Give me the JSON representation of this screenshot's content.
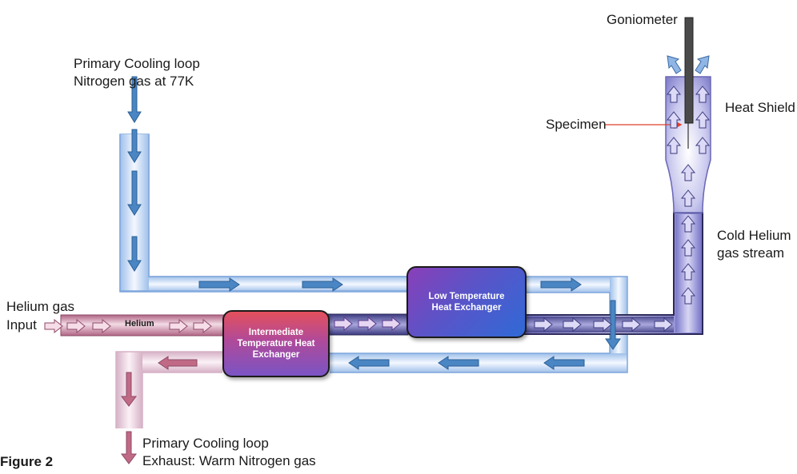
{
  "labels": {
    "goniometer": "Goniometer",
    "heat_shield": "Heat Shield",
    "specimen": "Specimen",
    "cooling_in_line1": "Primary Cooling loop",
    "cooling_in_line2": "Nitrogen gas at 77K",
    "cold_helium_line1": "Cold Helium",
    "cold_helium_line2": "gas stream",
    "helium_input_line1": "Helium gas",
    "helium_input_line2": "Input",
    "helium_tag": "Helium",
    "exhaust_line1": "Primary Cooling loop",
    "exhaust_line2": "Exhaust: Warm Nitrogen gas",
    "figure": "Figure 2"
  },
  "boxes": {
    "intermediate": "Intermediate\nTemperature Heat\nExchanger",
    "low": "Low Temperature\nHeat Exchanger"
  },
  "colors": {
    "nitrogen_flow": "#4a86c4",
    "helium_flow": "#c06a86",
    "cold_helium": "#5c5ab0",
    "pipe_outline_cool": "#7fa6dc",
    "pipe_outline_warm": "#c79ab4",
    "specimen_pointer": "#e0402a"
  }
}
